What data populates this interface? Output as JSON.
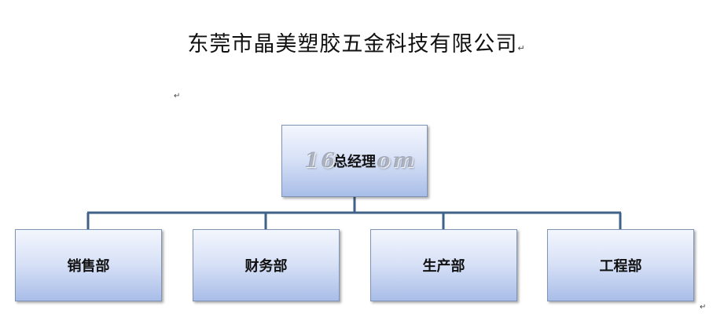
{
  "document": {
    "title": "东莞市晶美塑胶五金科技有限公司",
    "paragraph_mark": "↵"
  },
  "org_chart": {
    "root": {
      "label": "总经理",
      "watermark_left": "16",
      "watermark_right": "om"
    },
    "departments": [
      {
        "label": "销售部"
      },
      {
        "label": "财务部"
      },
      {
        "label": "生产部"
      },
      {
        "label": "工程部"
      }
    ],
    "colors": {
      "connector": "#3f6288",
      "box_border": "#7f93b5",
      "box_top": "#f3f6fd",
      "box_bottom": "#a8bde8"
    }
  }
}
